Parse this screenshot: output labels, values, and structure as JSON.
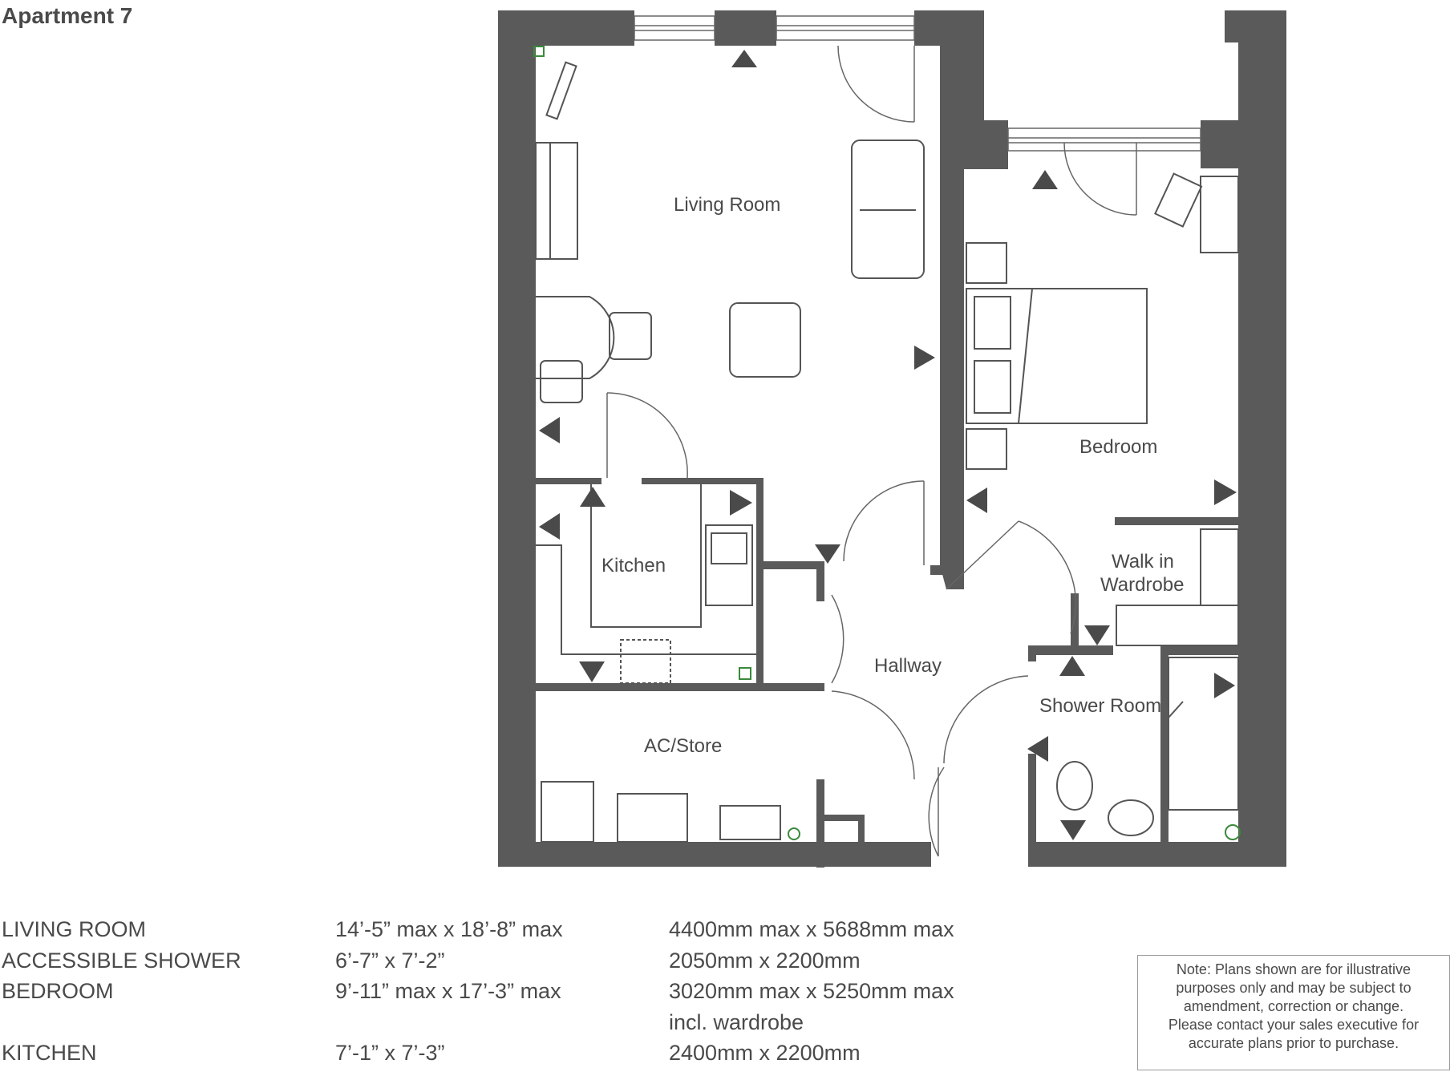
{
  "title": "Apartment 7",
  "rooms": {
    "living": "Living Room",
    "bedroom": "Bedroom",
    "kitchen": "Kitchen",
    "walkin_line1": "Walk in",
    "walkin_line2": "Wardrobe",
    "hallway": "Hallway",
    "shower": "Shower Room",
    "store": "AC/Store"
  },
  "schedule": [
    {
      "room": "LIVING ROOM",
      "imperial": "14’-5” max x 18’-8” max",
      "metric": "4400mm max x 5688mm max"
    },
    {
      "room": "ACCESSIBLE SHOWER",
      "imperial": "6’-7” x 7’-2”",
      "metric": "2050mm x 2200mm"
    },
    {
      "room": "BEDROOM",
      "imperial": "9’-11” max x 17’-3” max",
      "metric": "3020mm max x 5250mm max"
    },
    {
      "room": "",
      "imperial": "",
      "metric": "incl. wardrobe"
    },
    {
      "room": "KITCHEN",
      "imperial": "7’-1” x 7’-3”",
      "metric": "2400mm x 2200mm"
    }
  ],
  "note": {
    "line1": "Note: Plans shown are for illustrative",
    "line2": "purposes only and may be subject to",
    "line3": "amendment, correction or change.",
    "line4": "Please contact your sales executive for",
    "line5": "accurate plans prior to purchase."
  },
  "colors": {
    "wall": "#5a5a5a",
    "text": "#4a4a4a",
    "ventilation": "#3a8a3a"
  }
}
